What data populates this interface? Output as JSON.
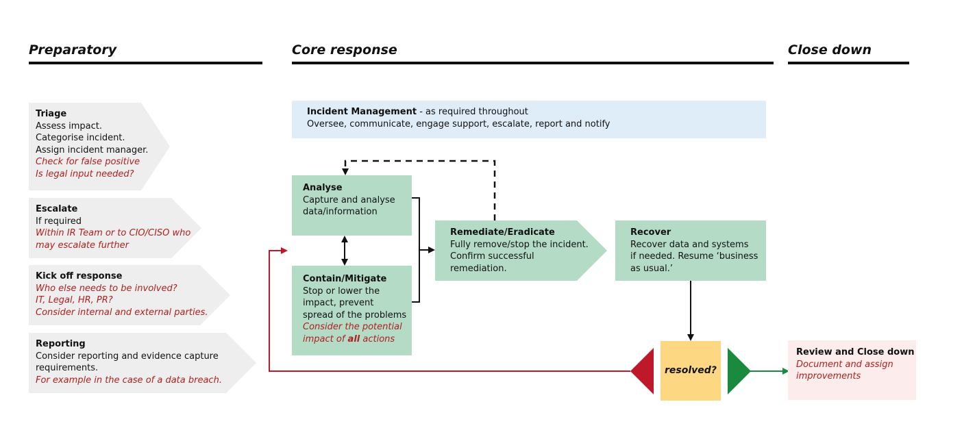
{
  "phases": {
    "preparatory": "Preparatory",
    "core": "Core response",
    "close": "Close down"
  },
  "triage": {
    "title": "Triage",
    "lines": [
      "Assess impact.",
      "Categorise incident.",
      "Assign incident manager."
    ],
    "notes": [
      "Check for false positive",
      "Is legal input needed?"
    ]
  },
  "escalate": {
    "title": "Escalate",
    "lines": [
      "If required"
    ],
    "notes": [
      "Within IR Team or to CIO/CISO who",
      "may escalate further"
    ]
  },
  "kickoff": {
    "title": "Kick off response",
    "notes": [
      "Who else needs to be involved?",
      "IT, Legal, HR, PR?",
      "Consider internal and external parties."
    ]
  },
  "reporting": {
    "title": "Reporting",
    "lines": [
      "Consider reporting and evidence capture",
      "requirements."
    ],
    "notes": [
      "For example in the case of a data breach."
    ]
  },
  "incident_mgmt": {
    "title": "Incident Management",
    "suffix": " - as required throughout",
    "line": "Oversee, communicate, engage support, escalate, report and notify"
  },
  "analyse": {
    "title": "Analyse",
    "lines": [
      "Capture and analyse",
      "data/information"
    ]
  },
  "contain": {
    "title": "Contain/Mitigate",
    "lines": [
      "Stop or lower the",
      "impact, prevent",
      "spread of the problems"
    ],
    "note_a": "Consider the potential",
    "note_b1": "impact of ",
    "note_bold": "all",
    "note_b2": " actions"
  },
  "remediate": {
    "title": "Remediate/Eradicate",
    "lines": [
      "Fully remove/stop the incident.",
      "Confirm successful",
      "remediation."
    ]
  },
  "recover": {
    "title": "Recover",
    "lines": [
      "Recover data and systems",
      "if needed.  Resume ‘business",
      "as usual.’"
    ]
  },
  "decision": "resolved?",
  "review": {
    "title": "Review and Close down",
    "notes": [
      "Document and assign",
      "improvements"
    ]
  },
  "colors": {
    "green_box": "#b3dbc6",
    "blue_box": "#deedf7",
    "grey_chevron": "#eeeeee",
    "red_text": "#b0201e",
    "decision_box": "#fdd782",
    "red_triangle": "#c0182b",
    "green_triangle": "#1a8a3e",
    "review_box": "#fcecec"
  }
}
